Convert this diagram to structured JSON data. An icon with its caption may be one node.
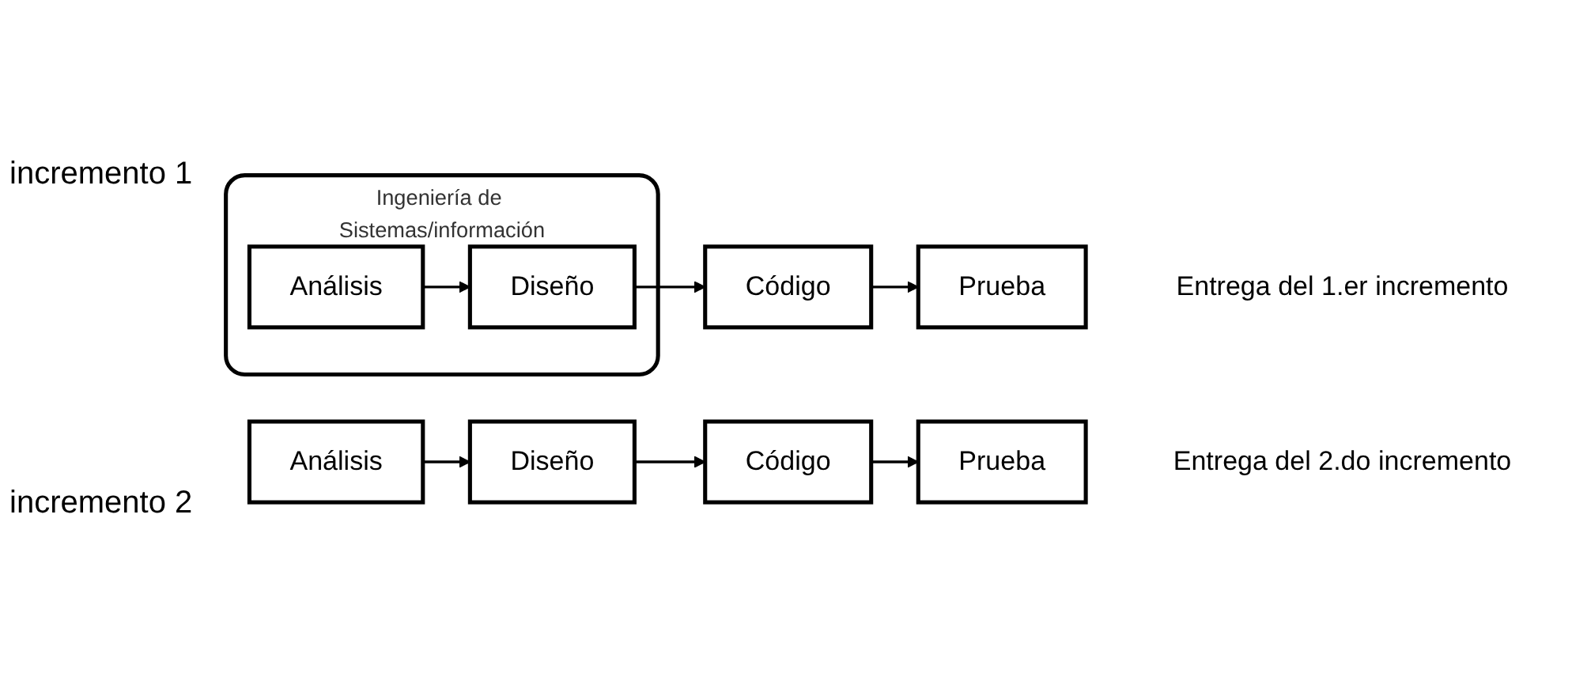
{
  "diagram": {
    "nodes": [
      {
        "text": [
          "Ingeniería de Sistemas/información"
        ]
      },
      {
        "text": [
          "Análisis"
        ],
        "in": 0
      },
      {
        "text": [
          "Diseño"
        ],
        "in": 0
      },
      {
        "text": [
          "Código"
        ]
      },
      {
        "text": [
          "Prueba"
        ],
        "beside": [
          "Entrega del 1.er incremento"
        ]
      },
      {
        "text": [
          "Análisis"
        ]
      },
      {
        "text": [
          "Diseño"
        ]
      },
      {
        "text": [
          "Código"
        ]
      },
      {
        "text": [
          "Prueba"
        ],
        "beside": [
          "Entrega del 2.do incremento"
        ]
      }
    ],
    "edges": [
      {
        "from": 1,
        "to": 2,
        "arrow": "to"
      },
      {
        "from": 2,
        "to": 3,
        "arrow": "to"
      },
      {
        "from": 3,
        "to": 4,
        "arrow": "to"
      },
      {
        "from": 5,
        "to": 6,
        "arrow": "to"
      },
      {
        "from": 6,
        "to": 7,
        "arrow": "to"
      },
      {
        "from": 7,
        "to": 8,
        "arrow": "to"
      }
    ],
    "labels": [
      "incremento 1",
      "incremento 2"
    ]
  }
}
